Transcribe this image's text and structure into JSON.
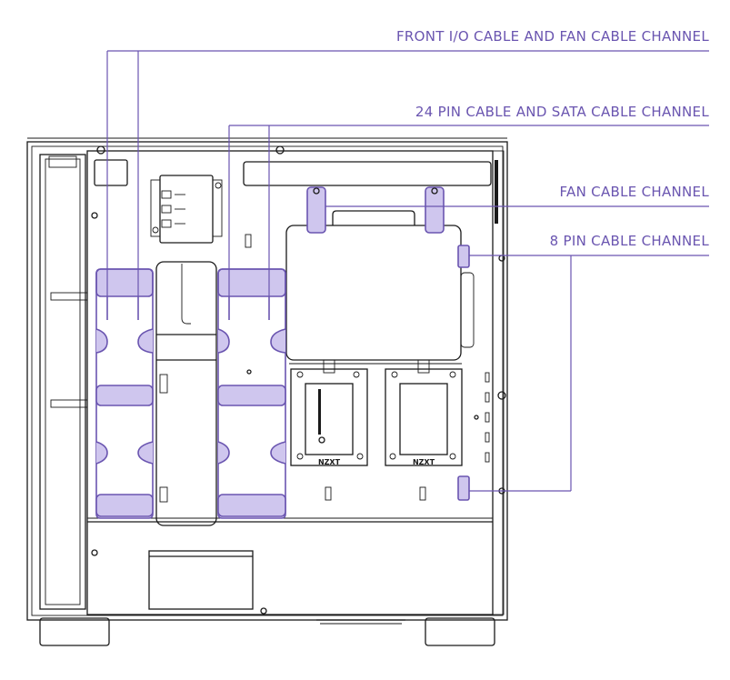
{
  "colors": {
    "accent": "#6a55b0",
    "channel_fill": "#cfc6ee",
    "line": "#1a1a1a",
    "background": "#ffffff"
  },
  "callouts": [
    {
      "id": "front-io",
      "label": "FRONT I/O CABLE AND FAN CABLE CHANNEL"
    },
    {
      "id": "24pin",
      "label": "24 PIN CABLE AND SATA CABLE CHANNEL"
    },
    {
      "id": "fan",
      "label": "FAN CABLE CHANNEL"
    },
    {
      "id": "8pin",
      "label": "8 PIN CABLE CHANNEL"
    }
  ],
  "drive_bays": [
    {
      "brand": "NZXT"
    },
    {
      "brand": "NZXT"
    }
  ],
  "hub_ports": [
    "",
    "",
    ""
  ]
}
